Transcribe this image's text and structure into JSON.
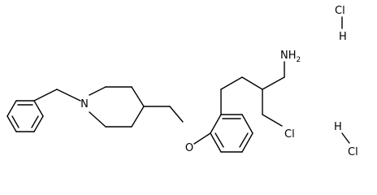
{
  "structure": {
    "atoms": {
      "n_piperidine": "N",
      "o_ether": "O",
      "nh2": "NH",
      "nh2_sub": "2",
      "cl_ring": "Cl",
      "hcl_1_cl": "Cl",
      "hcl_1_h": "H",
      "hcl_2_h": "H",
      "hcl_2_cl": "Cl"
    },
    "colors": {
      "bond": "#000000",
      "text": "#000000",
      "background": "#ffffff"
    }
  }
}
